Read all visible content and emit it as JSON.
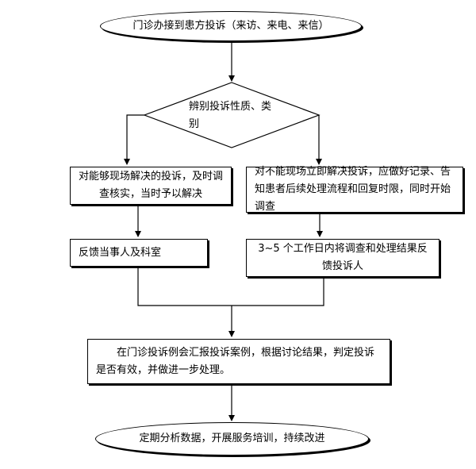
{
  "flow": {
    "start": "门诊办接到患方投诉（来访、来电、来信）",
    "decision": "辨别投诉性质、类别",
    "left_box": "对能够现场解决的投诉，及时调查核实，当时予以解决",
    "right_box": "对不能现场立即解决投诉，应做好记录、告知患者后续处理流程和回复时限，同时开始调查",
    "left_feedback": "反馈当事人及科室",
    "right_feedback": "3~5 个工作日内将调查和处理结果反馈投诉人",
    "review": "在门诊投诉例会汇报投诉案例，根据讨论结果，判定投诉是否有效，并做进一步处理。",
    "end": "定期分析数据，开展服务培训，持续改进"
  }
}
